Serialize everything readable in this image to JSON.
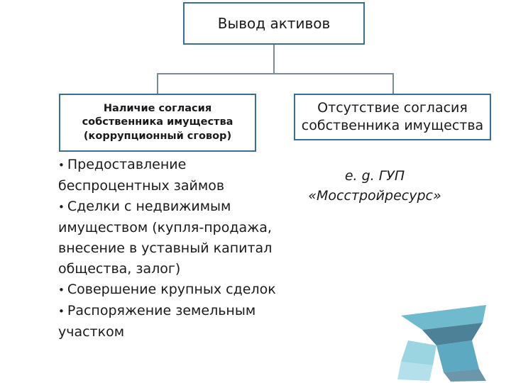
{
  "root": {
    "title": "Вывод активов"
  },
  "left": {
    "title_lines": [
      "Наличие согласия",
      "собственника имущества",
      "(коррупционный сговор)"
    ],
    "bullet": "•",
    "items": [
      "Предоставление беспроцентных займов",
      "Сделки с недвижимым имуществом (купля-продажа, внесение в уставный капитал общества, залог)",
      "Совершение крупных сделок",
      "Распоряжение земельным участком"
    ]
  },
  "right": {
    "title_lines": [
      "Отсутствие согласия",
      "собственника имущества"
    ],
    "example_lines": [
      "e. g. ГУП",
      "«Мосстройресурс»"
    ]
  },
  "colors": {
    "border": "#3a6f8f",
    "connector": "#7c8c95",
    "logo_primary": "#5fb3c8",
    "logo_dark": "#2e6b86"
  }
}
